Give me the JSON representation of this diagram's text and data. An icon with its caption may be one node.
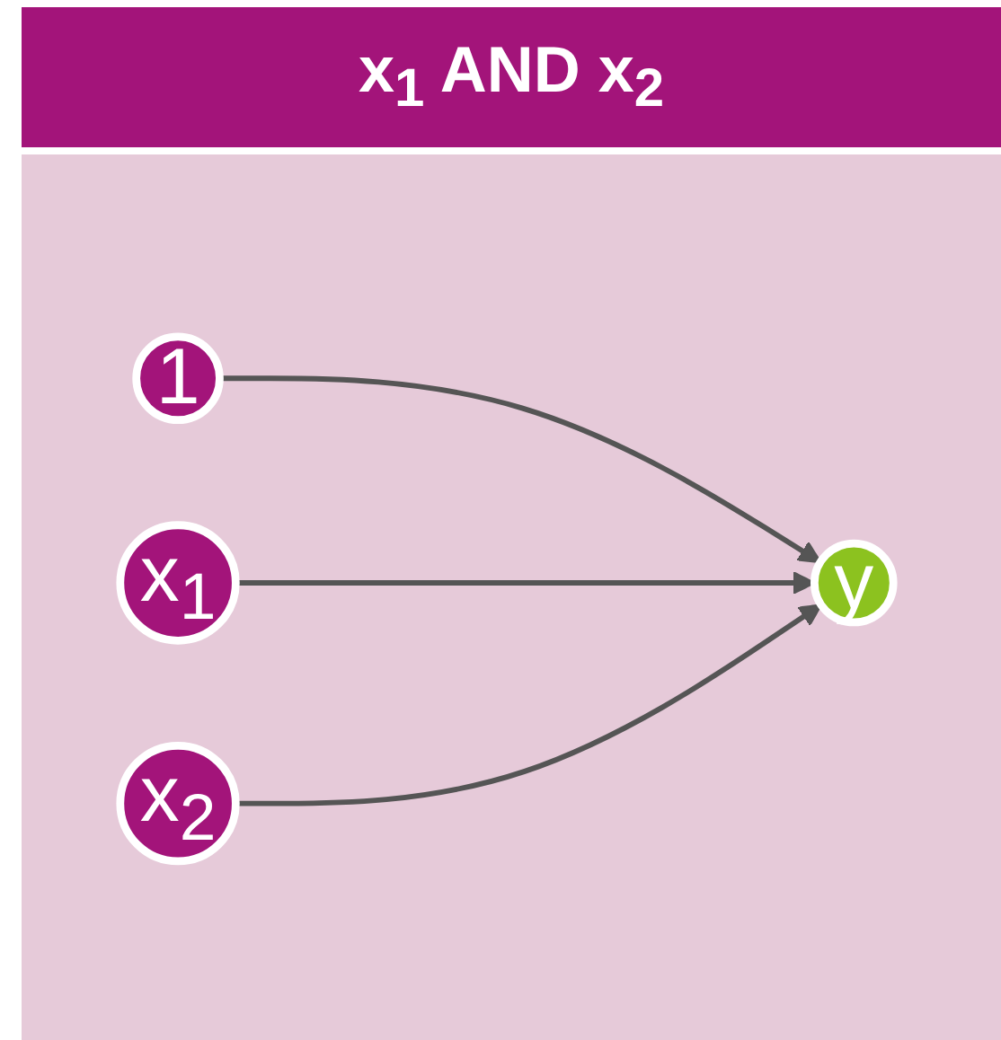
{
  "diagram": {
    "title": "x$_{1}$ AND x$_{2}$",
    "nodes": [
      {
        "text": [
          "1"
        ]
      },
      {
        "text": [
          "x$_{1}$"
        ]
      },
      {
        "text": [
          "x$_{2}$"
        ]
      },
      {
        "text": [
          "y"
        ]
      }
    ],
    "edges": [
      {
        "from": 0,
        "to": 3,
        "arrow": "to"
      },
      {
        "from": 1,
        "to": 3,
        "arrow": "to"
      },
      {
        "from": 2,
        "to": 3,
        "arrow": "to"
      }
    ]
  }
}
